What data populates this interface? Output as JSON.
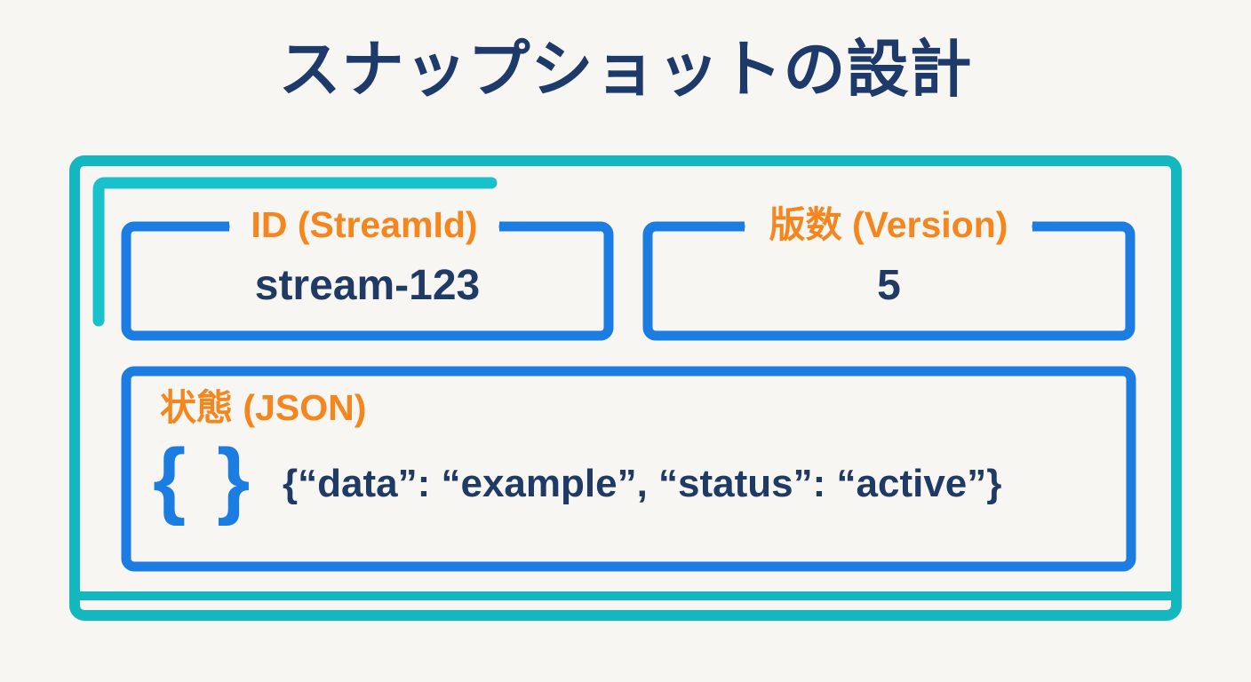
{
  "title": "スナップショットの設計",
  "colors": {
    "background": "#f7f6f2",
    "frame_teal": "#12b7c0",
    "accent_teal": "#19c2cb",
    "box_blue": "#1b7ce2",
    "label_orange": "#f5861e",
    "text_navy": "#203a66",
    "title_navy": "#1d3a6b"
  },
  "diagram": {
    "fields": [
      {
        "label": "ID (StreamId)",
        "value": "stream-123"
      },
      {
        "label": "版数 (Version)",
        "value": "5"
      },
      {
        "label": "状態 (JSON)",
        "value": "{“data”: “example”, “status”: “active”}"
      }
    ],
    "braces_glyph": "{ }"
  }
}
